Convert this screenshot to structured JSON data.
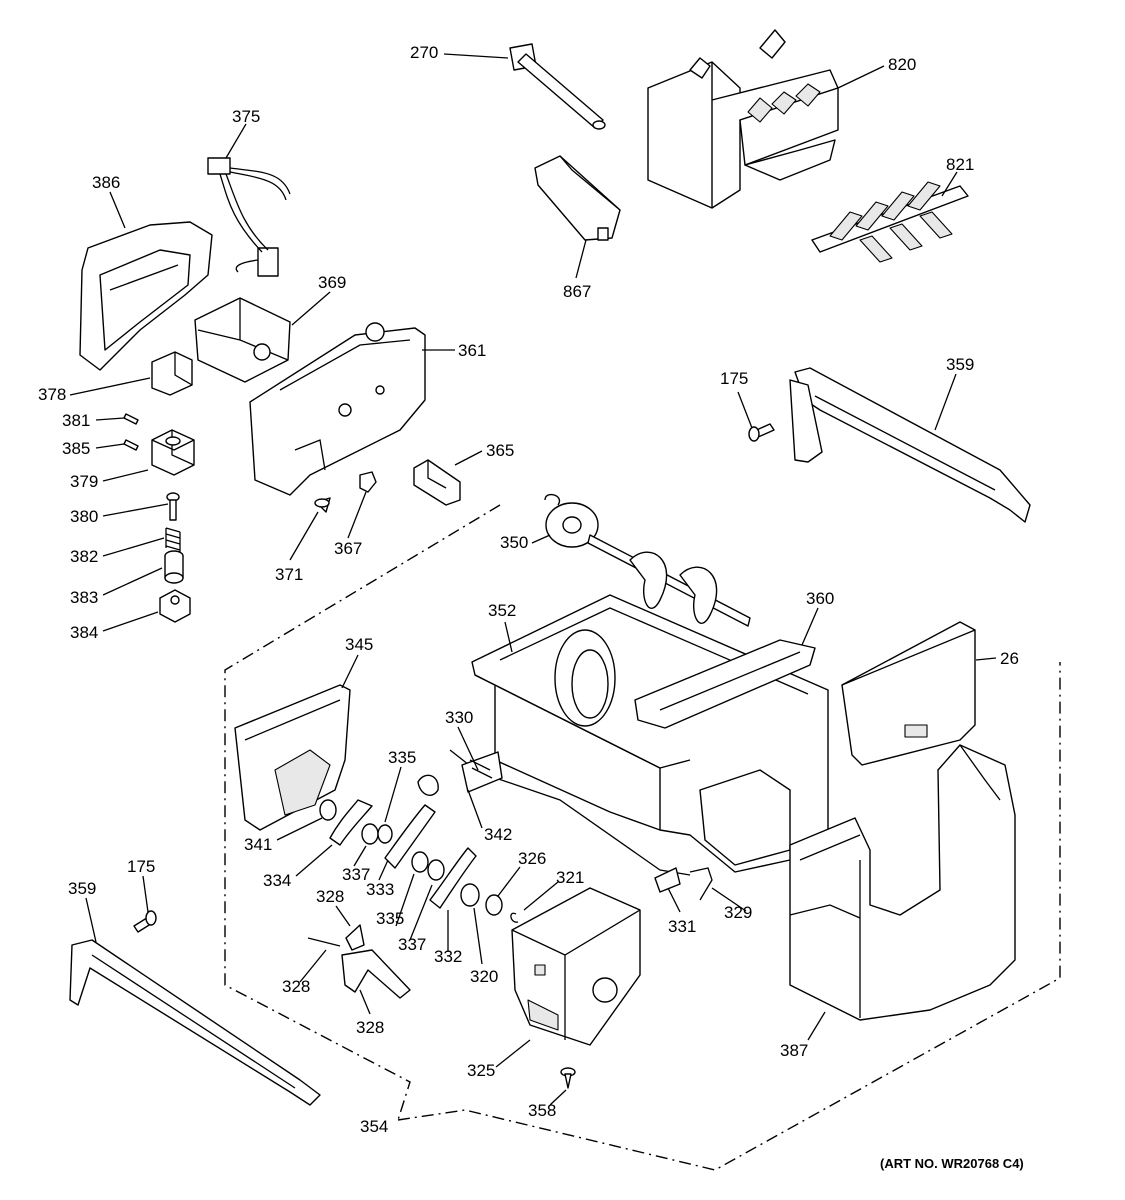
{
  "diagram": {
    "art_number": "(ART NO. WR20768 C4)",
    "callouts": [
      {
        "id": "c270",
        "text": "270"
      },
      {
        "id": "c820",
        "text": "820"
      },
      {
        "id": "c375",
        "text": "375"
      },
      {
        "id": "c386",
        "text": "386"
      },
      {
        "id": "c821",
        "text": "821"
      },
      {
        "id": "c867",
        "text": "867"
      },
      {
        "id": "c369",
        "text": "369"
      },
      {
        "id": "c361",
        "text": "361"
      },
      {
        "id": "c378",
        "text": "378"
      },
      {
        "id": "c381",
        "text": "381"
      },
      {
        "id": "c385",
        "text": "385"
      },
      {
        "id": "c379",
        "text": "379"
      },
      {
        "id": "c365",
        "text": "365"
      },
      {
        "id": "c175a",
        "text": "175"
      },
      {
        "id": "c359a",
        "text": "359"
      },
      {
        "id": "c380",
        "text": "380"
      },
      {
        "id": "c371",
        "text": "371"
      },
      {
        "id": "c367",
        "text": "367"
      },
      {
        "id": "c382",
        "text": "382"
      },
      {
        "id": "c383",
        "text": "383"
      },
      {
        "id": "c384",
        "text": "384"
      },
      {
        "id": "c350",
        "text": "350"
      },
      {
        "id": "c352",
        "text": "352"
      },
      {
        "id": "c360",
        "text": "360"
      },
      {
        "id": "c345",
        "text": "345"
      },
      {
        "id": "c26",
        "text": "26"
      },
      {
        "id": "c330",
        "text": "330"
      },
      {
        "id": "c335a",
        "text": "335"
      },
      {
        "id": "c341",
        "text": "341"
      },
      {
        "id": "c342",
        "text": "342"
      },
      {
        "id": "c337a",
        "text": "337"
      },
      {
        "id": "c326",
        "text": "326"
      },
      {
        "id": "c334",
        "text": "334"
      },
      {
        "id": "c333",
        "text": "333"
      },
      {
        "id": "c321",
        "text": "321"
      },
      {
        "id": "c175b",
        "text": "175"
      },
      {
        "id": "c359b",
        "text": "359"
      },
      {
        "id": "c328a",
        "text": "328"
      },
      {
        "id": "c335b",
        "text": "335"
      },
      {
        "id": "c331",
        "text": "331"
      },
      {
        "id": "c329",
        "text": "329"
      },
      {
        "id": "c337b",
        "text": "337"
      },
      {
        "id": "c332",
        "text": "332"
      },
      {
        "id": "c328b",
        "text": "328"
      },
      {
        "id": "c320",
        "text": "320"
      },
      {
        "id": "c328c",
        "text": "328"
      },
      {
        "id": "c387",
        "text": "387"
      },
      {
        "id": "c325",
        "text": "325"
      },
      {
        "id": "c358",
        "text": "358"
      },
      {
        "id": "c354",
        "text": "354"
      }
    ]
  }
}
